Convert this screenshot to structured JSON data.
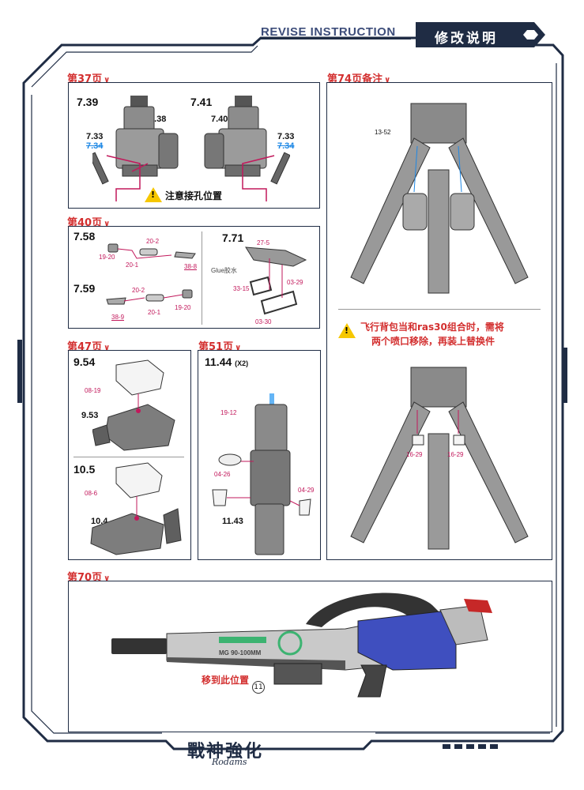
{
  "header": {
    "title_en": "REVISE INSTRUCTION",
    "title_cn": "修改说明"
  },
  "sections": {
    "p37": {
      "label": "第37页",
      "steps": {
        "left": "7.39",
        "right": "7.41"
      },
      "parts": {
        "a": "7.38",
        "b": "7.33",
        "c": "7.34",
        "d": "7.40",
        "e": "7.33",
        "f": "7.34"
      },
      "note": "注意接孔位置"
    },
    "p40": {
      "label": "第40页",
      "steps": {
        "a": "7.58",
        "b": "7.59",
        "c": "7.71"
      },
      "parts": {
        "p1": "20-2",
        "p2": "19-20",
        "p3": "20-1",
        "p4": "38-8",
        "p5": "20-2",
        "p6": "19-20",
        "p7": "20-1",
        "p8": "38-9",
        "p9": "27-5",
        "p10": "03-29",
        "p11": "33-15",
        "p12": "03-30"
      },
      "glue": "Glue胶水"
    },
    "p47": {
      "label": "第47页",
      "steps": {
        "a": "9.54",
        "b": "9.53",
        "c": "10.5",
        "d": "10.4"
      },
      "parts": {
        "p1": "08-19",
        "p2": "08-6"
      }
    },
    "p51": {
      "label": "第51页",
      "steps": {
        "a": "11.44",
        "a_qty": "(X2)",
        "b": "11.43"
      },
      "parts": {
        "p1": "19-12",
        "p2": "04-26",
        "p3": "04-29"
      }
    },
    "p74": {
      "label": "第74页备注",
      "parts": {
        "p1": "13-52",
        "p2": "16-29",
        "p3": "16-29"
      },
      "note_line1": "飞行背包当和ras30组合时，需将",
      "note_line2": "两个喷口移除，再装上替换件"
    },
    "p70": {
      "label": "第70页",
      "gun_text": "MG 90-100MM",
      "note": "移到此位置",
      "callout": "11"
    }
  },
  "brand": {
    "name": "戰神強化",
    "sub": "Rodams"
  },
  "colors": {
    "frame": "#1f2c44",
    "accent": "#d32f2f",
    "part": "#c2185b"
  }
}
